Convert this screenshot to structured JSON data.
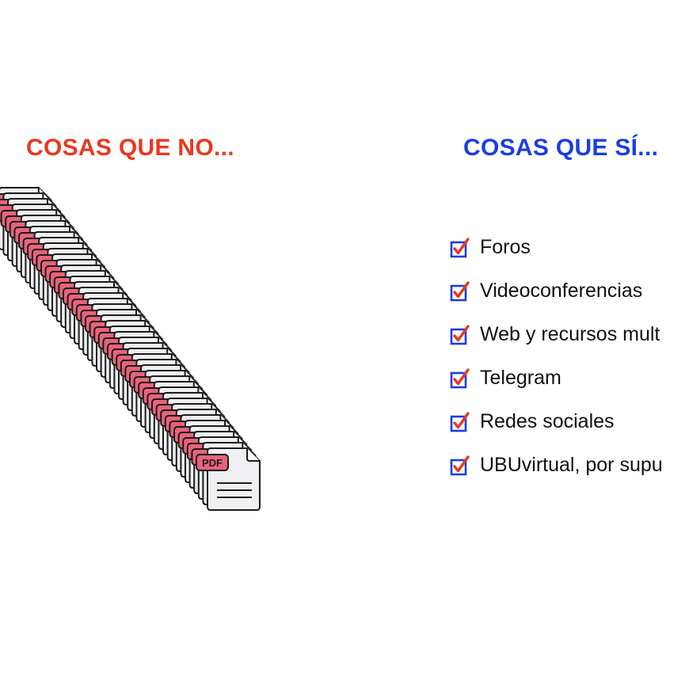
{
  "left": {
    "heading": "COSAS QUE NO...",
    "heading_color": "#e8391f",
    "stack_icon": "pdf-file-icon",
    "pdf_label": "PDF",
    "pdf_tag_color": "#e8637b",
    "page_color": "#edeff1"
  },
  "right": {
    "heading": "COSAS QUE SÍ...",
    "heading_color": "#1a3ee0",
    "check_icon": "checkbox-checked-icon",
    "box_color": "#1a3ee0",
    "tick_color": "#e53a1f",
    "items": [
      {
        "label": "Foros"
      },
      {
        "label": "Videoconferencias"
      },
      {
        "label": "Web y recursos mult"
      },
      {
        "label": "Telegram"
      },
      {
        "label": "Redes sociales"
      },
      {
        "label": "UBUvirtual, por supu"
      }
    ]
  }
}
